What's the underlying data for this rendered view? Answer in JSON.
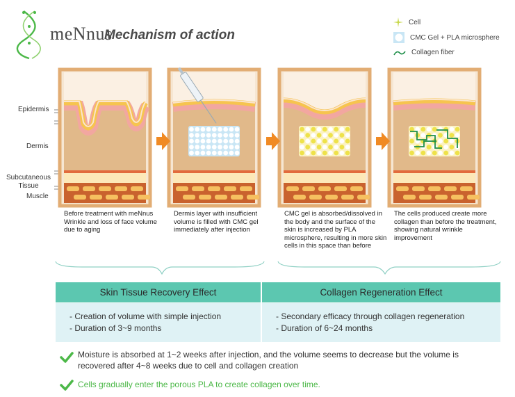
{
  "header": {
    "brand": "meNnus",
    "title": "Mechanism of action"
  },
  "legend": [
    {
      "label": "Cell",
      "icon": "cell-icon"
    },
    {
      "label": "CMC Gel + PLA microsphere",
      "icon": "microsphere-icon"
    },
    {
      "label": "Collagen fiber",
      "icon": "collagen-fiber-icon"
    }
  ],
  "layers": [
    "Epidermis",
    "Dermis",
    "Subcutaneous Tissue",
    "Muscle"
  ],
  "panels": [
    {
      "caption": "Before treatment with meNnus Wrinkle and loss of face volume due to aging"
    },
    {
      "caption": "Dermis layer with insufficient volume is filled with CMC gel immediately after injection"
    },
    {
      "caption": "CMC gel is absorbed/dissolved in the body and the surface of the skin is increased by PLA microsphere, resulting in more skin cells in this space than before"
    },
    {
      "caption": "The cells produced create more collagen than before the treatment, showing natural wrinkle improvement"
    }
  ],
  "effects": [
    {
      "title": "Skin Tissue Recovery Effect",
      "lines": [
        "- Creation of volume with simple injection",
        "- Duration of 3~9 months"
      ]
    },
    {
      "title": "Collagen Regeneration Effect",
      "lines": [
        "- Secondary efficacy through collagen regeneration",
        "- Duration of 6~24 months"
      ]
    }
  ],
  "notes": [
    {
      "text": "Moisture is absorbed at 1~2 weeks after injection, and the volume seems to decrease but the volume is recovered after 4~8 weeks due to cell and collagen creation",
      "color": "#333333"
    },
    {
      "text": "Cells gradually enter the porous PLA to create collagen over time.",
      "color": "#4cb848"
    }
  ],
  "colors": {
    "accent_green": "#4cb848",
    "table_header": "#5cc7b0",
    "table_body": "#dff2f5",
    "frame": "#e2ad74",
    "dermis": "#e1b98a",
    "arrow": "#f08a24"
  }
}
